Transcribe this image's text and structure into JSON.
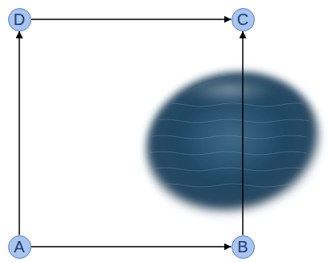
{
  "diagram": {
    "nodes": [
      {
        "text": [
          "D"
        ]
      },
      {
        "text": [
          "C"
        ]
      },
      {
        "text": [
          "A"
        ]
      },
      {
        "text": [
          "B"
        ]
      }
    ],
    "edges": [
      {
        "from": 2,
        "to": 0,
        "arrow": "to"
      },
      {
        "from": 0,
        "to": 1,
        "arrow": "to"
      },
      {
        "from": 2,
        "to": 3,
        "arrow": "to"
      },
      {
        "from": 3,
        "to": 1,
        "arrow": "to"
      }
    ]
  }
}
